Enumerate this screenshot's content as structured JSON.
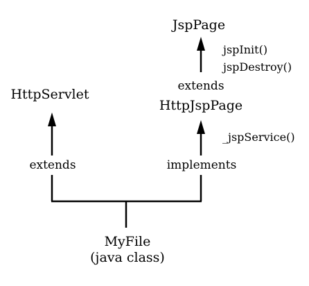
{
  "nodes": {
    "jsppage": "JspPage",
    "httpservlet": "HttpServlet",
    "httpjsppage": "HttpJspPage",
    "myfile_name": "MyFile",
    "myfile_kind": "(java class)"
  },
  "edge_labels": {
    "jsppage_extends": "extends",
    "httpservlet_extends": "extends",
    "httpjsppage_implements": "implements"
  },
  "methods": {
    "jsppage": [
      "jspInit()",
      "jspDestroy()"
    ],
    "httpjsppage": [
      "_jspService()"
    ]
  },
  "colors": {
    "line": "#000000",
    "text": "#000000",
    "background": "#ffffff"
  }
}
